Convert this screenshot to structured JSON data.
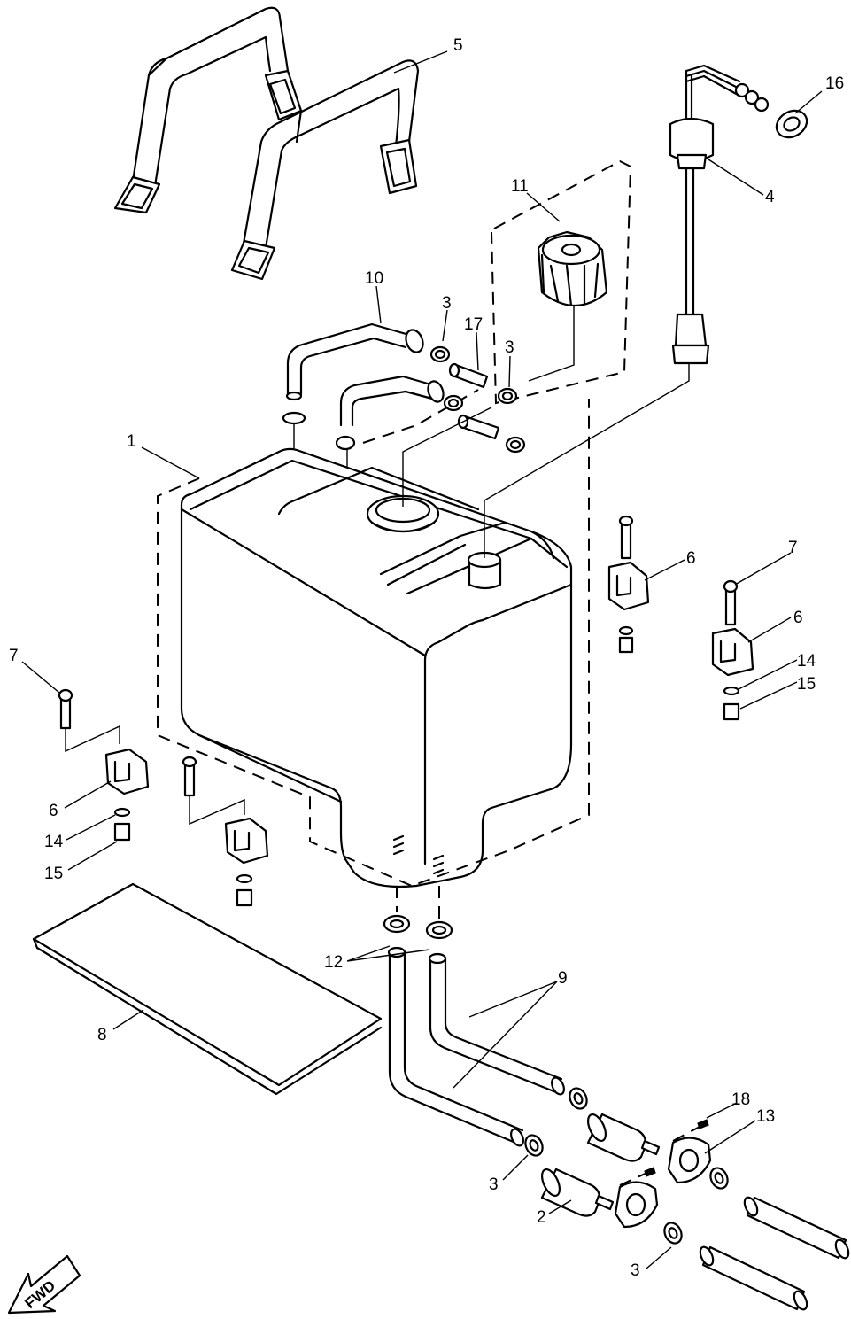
{
  "diagram": {
    "title": "",
    "orientation_label": "FWD",
    "callouts": [
      {
        "id": "c1",
        "text": "1",
        "part": "fuel tank"
      },
      {
        "id": "c2",
        "text": "2",
        "part": "fuel filter (lower)"
      },
      {
        "id": "c3a",
        "text": "3",
        "part": "hose clamp (vent hose)"
      },
      {
        "id": "c3b",
        "text": "3",
        "part": "hose clamp (cap)"
      },
      {
        "id": "c3c",
        "text": "3",
        "part": "hose clamp (lower hose)"
      },
      {
        "id": "c3d",
        "text": "3",
        "part": "hose clamp (outlet)"
      },
      {
        "id": "c4",
        "text": "4",
        "part": "fuel sender unit"
      },
      {
        "id": "c5",
        "text": "5",
        "part": "tank strap"
      },
      {
        "id": "c6a",
        "text": "6",
        "part": "bracket (upper)"
      },
      {
        "id": "c6b",
        "text": "6",
        "part": "bracket (right)"
      },
      {
        "id": "c6c",
        "text": "6",
        "part": "bracket (left)"
      },
      {
        "id": "c7a",
        "text": "7",
        "part": "bolt (right)"
      },
      {
        "id": "c7b",
        "text": "7",
        "part": "bolt (left)"
      },
      {
        "id": "c8",
        "text": "8",
        "part": "mat"
      },
      {
        "id": "c9",
        "text": "9",
        "part": "fuel hose"
      },
      {
        "id": "c10",
        "text": "10",
        "part": "vent hose"
      },
      {
        "id": "c11",
        "text": "11",
        "part": "filler cap"
      },
      {
        "id": "c12",
        "text": "12",
        "part": "grommet"
      },
      {
        "id": "c13",
        "text": "13",
        "part": "filter holder"
      },
      {
        "id": "c14a",
        "text": "14",
        "part": "washer (right)"
      },
      {
        "id": "c14b",
        "text": "14",
        "part": "washer (left)"
      },
      {
        "id": "c15a",
        "text": "15",
        "part": "nut (right)"
      },
      {
        "id": "c15b",
        "text": "15",
        "part": "nut (left)"
      },
      {
        "id": "c16",
        "text": "16",
        "part": "grommet (sender)"
      },
      {
        "id": "c17",
        "text": "17",
        "part": "joint"
      },
      {
        "id": "c18",
        "text": "18",
        "part": "screw"
      }
    ]
  }
}
